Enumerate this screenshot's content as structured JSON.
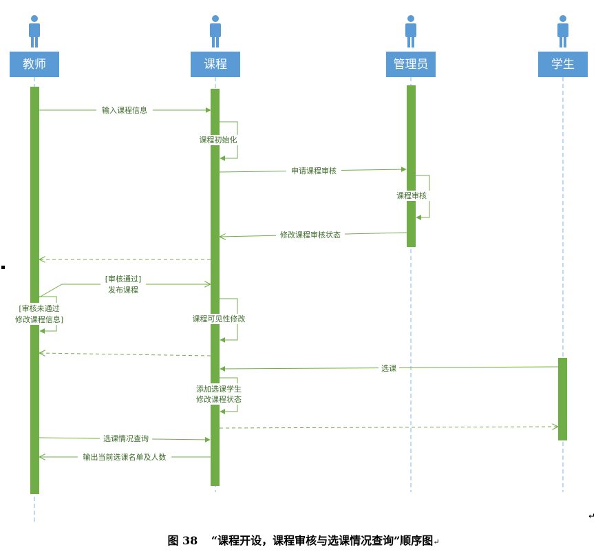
{
  "colors": {
    "actor_box": "#5b9bd5",
    "actor_icon": "#5b9bd5",
    "lifeline": "#7fb3e0",
    "activation": "#70ad47",
    "message": "#70ad47",
    "text": "#3d6b2a"
  },
  "actors": [
    {
      "id": "teacher",
      "label": "教师",
      "icon": "person-icon"
    },
    {
      "id": "course",
      "label": "课程",
      "icon": "person-icon"
    },
    {
      "id": "admin",
      "label": "管理员",
      "icon": "person-icon"
    },
    {
      "id": "student",
      "label": "学生",
      "icon": "person-icon"
    }
  ],
  "messages": [
    {
      "from": "teacher",
      "to": "course",
      "type": "sync",
      "lines": [
        "输入课程信息"
      ]
    },
    {
      "from": "course",
      "to": "course",
      "type": "self",
      "lines": [
        "课程初始化"
      ]
    },
    {
      "from": "course",
      "to": "admin",
      "type": "sync",
      "lines": [
        "申请课程审核"
      ]
    },
    {
      "from": "admin",
      "to": "admin",
      "type": "self",
      "lines": [
        "课程审核"
      ]
    },
    {
      "from": "admin",
      "to": "course",
      "type": "async",
      "lines": [
        "修改课程审核状态"
      ]
    },
    {
      "from": "course",
      "to": "teacher",
      "type": "return",
      "lines": []
    },
    {
      "from": "teacher",
      "to": "course",
      "type": "async",
      "lines": [
        "[审核通过]",
        "发布课程"
      ]
    },
    {
      "from": "teacher",
      "to": "teacher",
      "type": "self",
      "lines": [
        "[审核未通过",
        "修改课程信息]"
      ]
    },
    {
      "from": "course",
      "to": "course",
      "type": "self",
      "lines": [
        "课程可见性修改"
      ]
    },
    {
      "from": "course",
      "to": "teacher",
      "type": "return",
      "lines": []
    },
    {
      "from": "student",
      "to": "course",
      "type": "sync",
      "lines": [
        "选课"
      ]
    },
    {
      "from": "course",
      "to": "course",
      "type": "self",
      "lines": [
        "添加选课学生",
        "修改课程状态"
      ]
    },
    {
      "from": "course",
      "to": "student",
      "type": "return",
      "lines": []
    },
    {
      "from": "teacher",
      "to": "course",
      "type": "sync",
      "lines": [
        "选课情况查询"
      ]
    },
    {
      "from": "course",
      "to": "teacher",
      "type": "async",
      "lines": [
        "输出当前选课名单及人数"
      ]
    }
  ],
  "caption": {
    "figure": "图  38",
    "title": "“课程开设，课程审核与选课情况查询”顺序图",
    "trailing_mark": "↵"
  },
  "corner_mark": "↵"
}
